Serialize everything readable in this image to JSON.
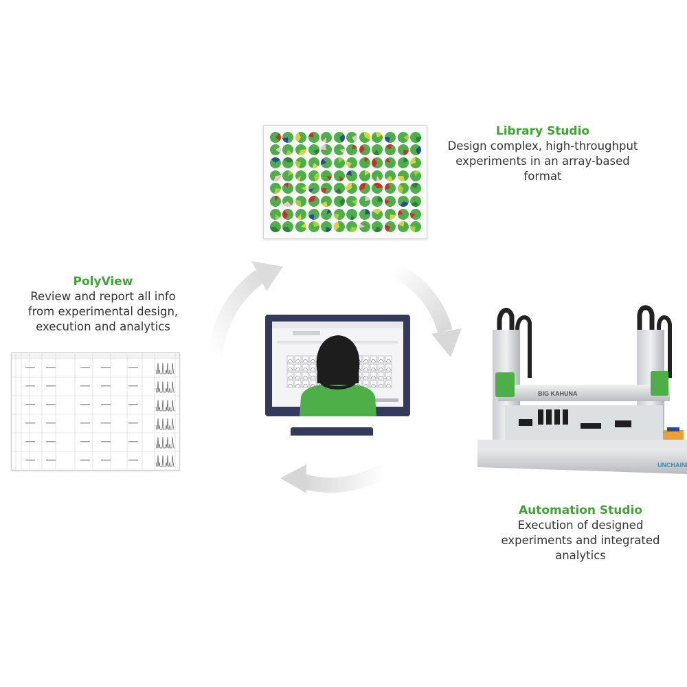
{
  "library_studio": {
    "title": "Library Studio",
    "description": [
      "Design complex, high-throughput",
      "experiments in an array-based",
      "format"
    ]
  },
  "polyview": {
    "title": "PolyView",
    "description": [
      "Review and report all info",
      "from experimental design,",
      "execution and analytics"
    ]
  },
  "automation_studio": {
    "title": "Automation Studio",
    "description": [
      "Execution of designed",
      "experiments and integrated",
      "analytics"
    ]
  },
  "robot": {
    "brand_label": "BIG KAHUNA",
    "logo_label": "UNCHAINED"
  },
  "colors": {
    "accent_green": "#3fa535",
    "monitor_frame": "#343a5c",
    "arrow_gray": "#e2e2e2"
  },
  "icons": [
    "cycle-arrow-icon",
    "person-icon",
    "monitor-icon",
    "robot-platform-icon"
  ]
}
